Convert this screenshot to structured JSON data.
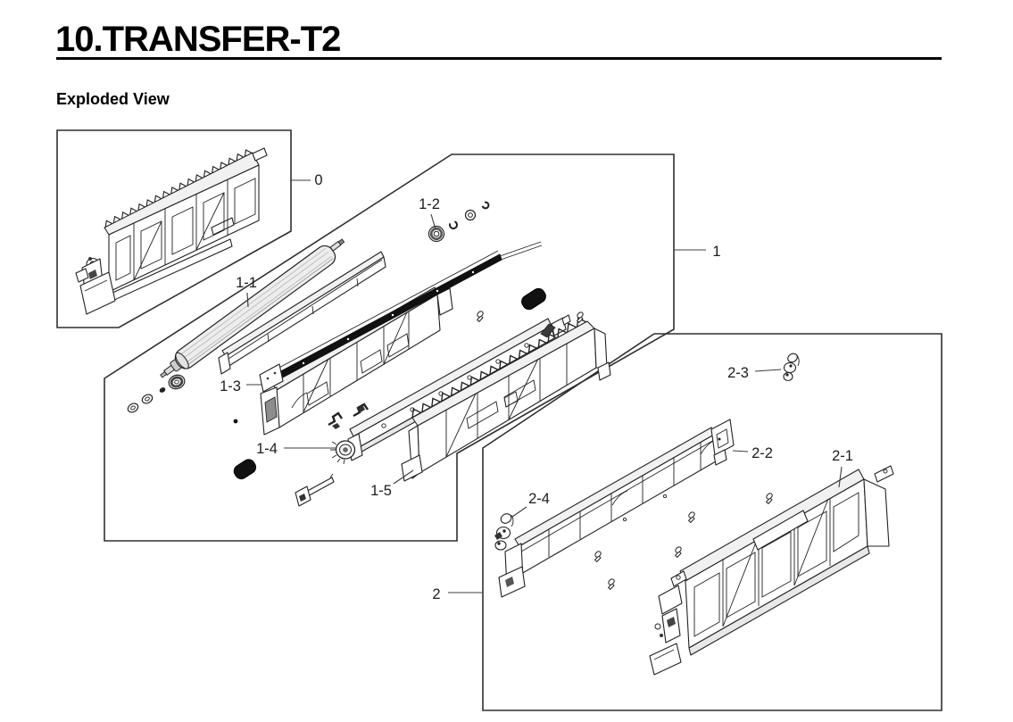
{
  "document": {
    "title": "10.TRANSFER-T2",
    "section_heading": "Exploded View"
  },
  "diagram": {
    "type": "exploded_view_parts_diagram",
    "groups": [
      {
        "label": "0",
        "child_parts": []
      },
      {
        "label": "1",
        "child_parts": [
          "1-1",
          "1-2",
          "1-3",
          "1-4",
          "1-5"
        ]
      },
      {
        "label": "2",
        "child_parts": [
          "2-1",
          "2-2",
          "2-3",
          "2-4"
        ]
      }
    ],
    "callouts": [
      {
        "label": "0"
      },
      {
        "label": "1"
      },
      {
        "label": "2"
      },
      {
        "label": "1-1"
      },
      {
        "label": "1-2"
      },
      {
        "label": "1-3"
      },
      {
        "label": "1-4"
      },
      {
        "label": "1-5"
      },
      {
        "label": "2-1"
      },
      {
        "label": "2-2"
      },
      {
        "label": "2-3"
      },
      {
        "label": "2-4"
      }
    ]
  },
  "colors": {
    "background": "#ffffff",
    "ink": "#1a1a1a",
    "box_outline": "#2f2f2f",
    "leader_line": "#3c3c3c"
  }
}
